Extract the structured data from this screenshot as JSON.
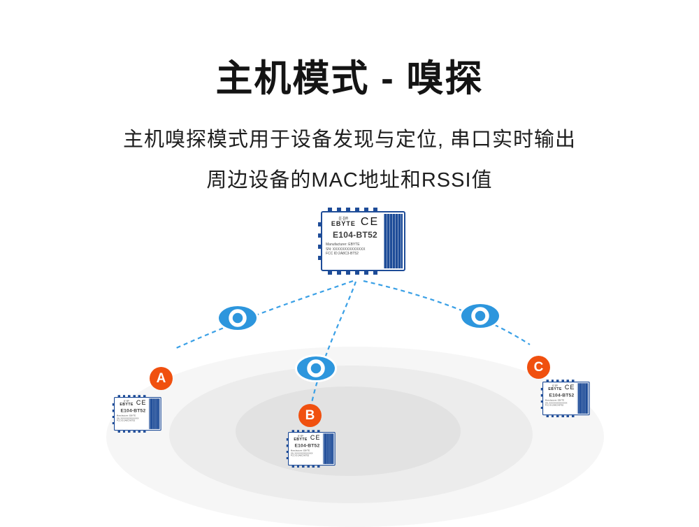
{
  "header": {
    "title": "主机模式 - 嗅探",
    "subtitle1": "主机嗅探模式用于设备发现与定位, 串口实时输出",
    "subtitle2": "周边设备的MAC地址和RSSI值"
  },
  "module": {
    "brand_waves": "((·))",
    "brand": "EBYTE",
    "reg_mark": "®",
    "ce_mark": "CE",
    "model": "E104-BT52",
    "manufacturer_line": "Manufacturer: EBYTE",
    "sn_line": "SN: XXXXXXXXXXXXXX",
    "fcc_line": "FCC ID:2A8C3-BT52"
  },
  "diagram": {
    "badges": [
      {
        "label": "A"
      },
      {
        "label": "B"
      },
      {
        "label": "C"
      }
    ],
    "colors": {
      "badge_orange": "#f0500f",
      "eye_blue": "#2d96dd",
      "dash_blue": "#3aa0e6",
      "module_navy": "#1e4c98",
      "radar_outer": "#f6f6f6",
      "radar_middle": "#ececec",
      "radar_inner": "#e2e2e2"
    }
  }
}
